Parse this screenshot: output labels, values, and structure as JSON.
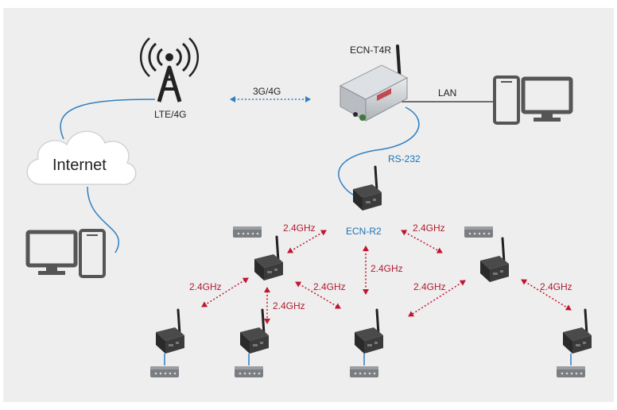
{
  "colors": {
    "background": "#eeeeee",
    "link_blue": "#2f7fc1",
    "wireless_red": "#c0152f",
    "device_dark": "#3a3a3a",
    "device_silver": "#c9ccd1",
    "computer_grey": "#555555"
  },
  "labels": {
    "internet": "Internet",
    "lte": "LTE/4G",
    "cellular_link": "3G/4G",
    "gateway_name": "ECN-T4R",
    "lan": "LAN",
    "serial": "RS-232",
    "receiver_name": "ECN-R2"
  },
  "wireless_links": [
    {
      "id": "w1",
      "label": "2.4GHz"
    },
    {
      "id": "w2",
      "label": "2.4GHz"
    },
    {
      "id": "w3",
      "label": "2.4GHz"
    },
    {
      "id": "w4",
      "label": "2.4GHz"
    },
    {
      "id": "w5",
      "label": "2.4GHz"
    },
    {
      "id": "w6",
      "label": "2.4GHz"
    },
    {
      "id": "w7",
      "label": "2.4GHz"
    },
    {
      "id": "w8",
      "label": "2.4GHz"
    }
  ],
  "icons": [
    "cell-tower-icon",
    "cloud-icon",
    "computer-icon",
    "router-icon",
    "radio-module-icon",
    "sensor-box-icon"
  ]
}
